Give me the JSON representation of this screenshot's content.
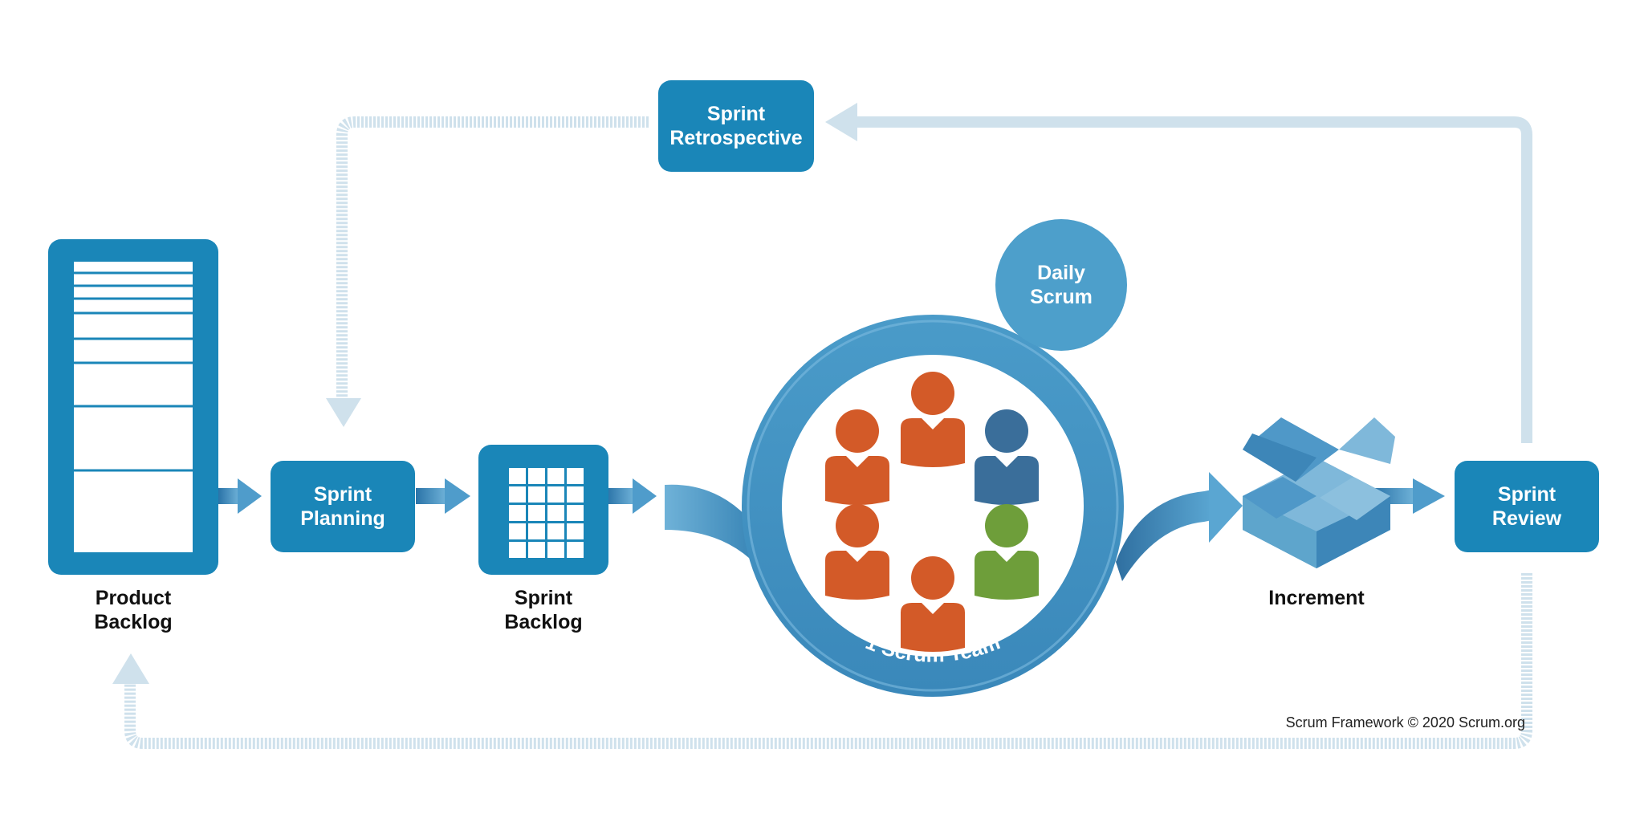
{
  "boxes": {
    "sprint_retrospective": [
      "Sprint",
      "Retrospective"
    ],
    "sprint_planning": [
      "Sprint",
      "Planning"
    ],
    "sprint_review": [
      "Sprint",
      "Review"
    ]
  },
  "labels": {
    "product_backlog": [
      "Product",
      "Backlog"
    ],
    "sprint_backlog": [
      "Sprint",
      "Backlog"
    ],
    "increment": "Increment"
  },
  "daily_scrum": [
    "Daily",
    "Scrum"
  ],
  "team_ring_label": "1 Scrum Team",
  "credit": "Scrum Framework © 2020 Scrum.org",
  "icons": [
    "product-backlog-icon",
    "sprint-backlog-grid-icon",
    "team-member-icon",
    "increment-box-icon"
  ],
  "colors": {
    "primary_blue": "#1a86b8",
    "ring_blue": "#4d9fcb",
    "loop_arrow": "#cfe1ec",
    "member_orange": "#d35a28",
    "member_blue": "#3a6e9a",
    "member_green": "#6e9e3a",
    "increment_blue": "#5ea5cc"
  }
}
